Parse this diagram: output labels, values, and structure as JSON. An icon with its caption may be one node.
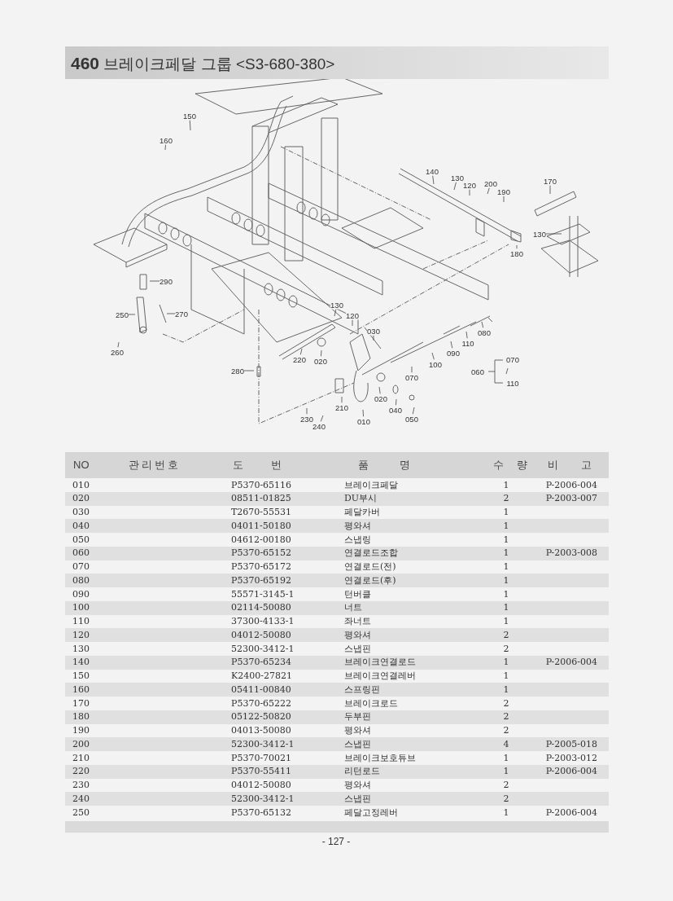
{
  "diagram": {
    "title": "**460** 브레이크페달 그룹 <S3-680-380>",
    "nodes": [
      {
        "text": [
          "150"
        ]
      },
      {
        "text": [
          "160"
        ]
      },
      {
        "text": [
          "290"
        ]
      },
      {
        "text": [
          "250"
        ]
      },
      {
        "text": [
          "270"
        ]
      },
      {
        "text": [
          "260"
        ]
      },
      {
        "text": [
          "140"
        ]
      },
      {
        "text": [
          "130"
        ]
      },
      {
        "text": [
          "120"
        ]
      },
      {
        "text": [
          "200"
        ]
      },
      {
        "text": [
          "190"
        ]
      },
      {
        "text": [
          "170"
        ]
      },
      {
        "text": [
          "130"
        ]
      },
      {
        "text": [
          "180"
        ]
      },
      {
        "text": [
          "130"
        ]
      },
      {
        "text": [
          "120"
        ]
      },
      {
        "text": [
          "030"
        ]
      },
      {
        "text": [
          "220"
        ]
      },
      {
        "text": [
          "020"
        ]
      },
      {
        "text": [
          "280"
        ]
      },
      {
        "text": [
          "070"
        ]
      },
      {
        "text": [
          "100"
        ]
      },
      {
        "text": [
          "090"
        ]
      },
      {
        "text": [
          "110"
        ]
      },
      {
        "text": [
          "080"
        ]
      },
      {
        "text": [
          "210"
        ]
      },
      {
        "text": [
          "020"
        ]
      },
      {
        "text": [
          "040"
        ]
      },
      {
        "text": [
          "050"
        ]
      },
      {
        "text": [
          "010"
        ]
      },
      {
        "text": [
          "230"
        ]
      },
      {
        "text": [
          "240"
        ]
      }
    ],
    "edges": [
      {
        "from": 0,
        "to": null,
        "arrow": "none"
      },
      {
        "from": 1,
        "to": null,
        "arrow": "none"
      },
      {
        "from": 2,
        "to": null,
        "arrow": "none"
      },
      {
        "from": 3,
        "to": null,
        "arrow": "none"
      },
      {
        "from": 4,
        "to": null,
        "arrow": "none"
      },
      {
        "from": 5,
        "to": null,
        "arrow": "none"
      },
      {
        "from": 6,
        "to": null,
        "arrow": "none"
      },
      {
        "from": 7,
        "to": null,
        "arrow": "none"
      },
      {
        "from": 8,
        "to": null,
        "arrow": "none"
      },
      {
        "from": 9,
        "to": null,
        "arrow": "none"
      },
      {
        "from": 10,
        "to": null,
        "arrow": "none"
      },
      {
        "from": 11,
        "to": null,
        "arrow": "none"
      },
      {
        "from": 12,
        "to": null,
        "arrow": "none"
      },
      {
        "from": 13,
        "to": null,
        "arrow": "none"
      },
      {
        "from": 14,
        "to": null,
        "arrow": "none"
      },
      {
        "from": 15,
        "to": null,
        "arrow": "none"
      },
      {
        "from": 16,
        "to": null,
        "arrow": "none"
      },
      {
        "from": 17,
        "to": null,
        "arrow": "none"
      },
      {
        "from": 18,
        "to": null,
        "arrow": "none"
      },
      {
        "from": 19,
        "to": null,
        "arrow": "none"
      },
      {
        "from": 20,
        "to": null,
        "arrow": "none"
      },
      {
        "from": 21,
        "to": null,
        "arrow": "none"
      },
      {
        "from": 22,
        "to": null,
        "arrow": "none"
      },
      {
        "from": 23,
        "to": null,
        "arrow": "none"
      },
      {
        "from": 24,
        "to": null,
        "arrow": "none"
      },
      {
        "from": 25,
        "to": null,
        "arrow": "none"
      },
      {
        "from": 26,
        "to": null,
        "arrow": "none"
      },
      {
        "from": 27,
        "to": null,
        "arrow": "none"
      },
      {
        "from": 28,
        "to": null,
        "arrow": "none"
      },
      {
        "from": 29,
        "to": null,
        "arrow": "none"
      },
      {
        "from": 30,
        "to": null,
        "arrow": "none"
      },
      {
        "from": 31,
        "to": null,
        "arrow": "none"
      }
    ],
    "labels": [
      "060",
      "070",
      "110",
      "NO",
      "관리번호",
      "도 번",
      "품 명",
      "수 량",
      "비 고",
      "010",
      "P5370-65116",
      "브레이크페달",
      "1",
      "P-2006-004",
      "020",
      "08511-01825",
      "DU부시",
      "2",
      "P-2003-007",
      "030",
      "T2670-55531",
      "페달카버",
      "1",
      "040",
      "04011-50180",
      "평와셔",
      "1",
      "050",
      "04612-00180",
      "스냅링",
      "1",
      "060",
      "P5370-65152",
      "연결로드조합",
      "1",
      "P-2003-008",
      "070",
      "P5370-65172",
      "연결로드(전)",
      "1",
      "080",
      "P5370-65192",
      "연결로드(후)",
      "1",
      "090",
      "55571-3145-1",
      "턴버클",
      "1",
      "100",
      "02114-50080",
      "너트",
      "1",
      "110",
      "37300-4133-1",
      "좌너트",
      "1",
      "120",
      "04012-50080",
      "평와셔",
      "2",
      "130",
      "52300-3412-1",
      "스냅핀",
      "2",
      "140",
      "P5370-65234",
      "브레이크연결로드",
      "1",
      "P-2006-004",
      "150",
      "K2400-27821",
      "브레이크연결레버",
      "1",
      "160",
      "05411-00840",
      "스프링핀",
      "1",
      "170",
      "P5370-65222",
      "브레이크로드",
      "2",
      "180",
      "05122-50820",
      "두부핀",
      "2",
      "190",
      "04013-50080",
      "평와셔",
      "2",
      "200",
      "52300-3412-1",
      "스냅핀",
      "4",
      "P-2005-018",
      "210",
      "P5370-70021",
      "브레이크보호튜브",
      "1",
      "P-2003-012",
      "220",
      "P5370-55411",
      "리턴로드",
      "1",
      "P-2006-004",
      "230",
      "04012-50080",
      "평와셔",
      "2",
      "240",
      "52300-3412-1",
      "스냅핀",
      "2",
      "250",
      "P5370-65132",
      "페달고정레버",
      "1",
      "P-2006-004",
      "- 127 -"
    ]
  }
}
